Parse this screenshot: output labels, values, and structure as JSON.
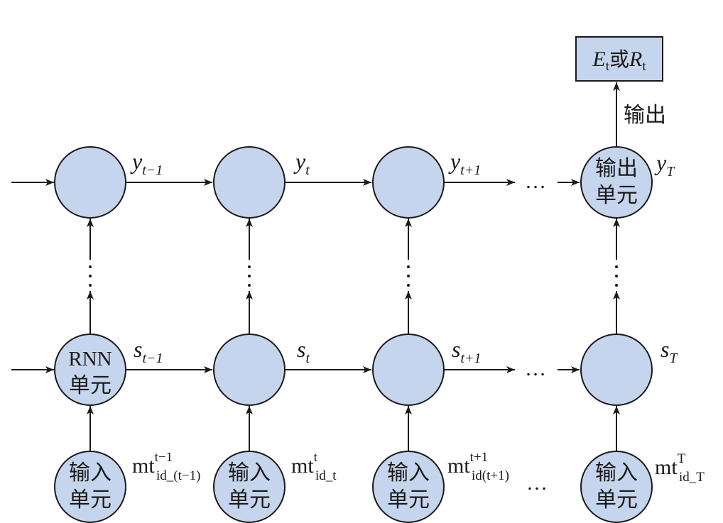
{
  "diagram": {
    "output_box": {
      "main1": "E",
      "sub1": "t",
      "mid": "或",
      "main2": "R",
      "sub2": "t"
    },
    "output_label": "输出",
    "output_unit": {
      "line1": "输出",
      "line2": "单元"
    },
    "rnn_unit": {
      "line1": "RNN",
      "line2": "单元"
    },
    "input_unit": {
      "line1": "输入",
      "line2": "单元"
    },
    "ellipsis": "…",
    "y_labels": [
      {
        "main": "y",
        "sub": "t−1"
      },
      {
        "main": "y",
        "sub": "t"
      },
      {
        "main": "y",
        "sub": "t+1"
      },
      {
        "main": "y",
        "sub": "T"
      }
    ],
    "s_labels": [
      {
        "main": "s",
        "sub": "t−1"
      },
      {
        "main": "s",
        "sub": "t"
      },
      {
        "main": "s",
        "sub": "t+1"
      },
      {
        "main": "s",
        "sub": "T"
      }
    ],
    "mt_labels": [
      {
        "main": "mt",
        "sup": "t−1",
        "sub": "id_(t−1)"
      },
      {
        "main": "mt",
        "sup": "t",
        "sub": "id_t"
      },
      {
        "main": "mt",
        "sup": "t+1",
        "sub": "id(t+1)"
      },
      {
        "main": "mt",
        "sup": "T",
        "sub": "id_T"
      }
    ]
  }
}
